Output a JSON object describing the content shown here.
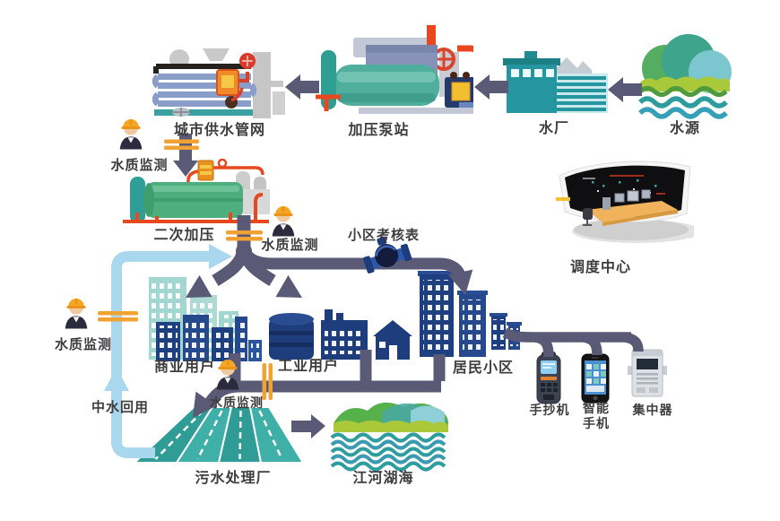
{
  "diagram": {
    "labels": {
      "water_source": "水源",
      "water_plant": "水厂",
      "pressure_station": "加压泵站",
      "city_network": "城市供水管网",
      "water_quality_monitor": "水质监测",
      "secondary_pressure": "二次加压",
      "dispatch_center": "调度中心",
      "community_meter": "小区考核表",
      "commercial_users": "商业用户",
      "industrial_users": "工业用户",
      "residential_area": "居民小区",
      "reclaimed_water_reuse": "中水回用",
      "sewage_plant": "污水处理厂",
      "rivers_lakes_seas": "江河湖海",
      "handheld_reader": "手抄机",
      "smartphone_line1": "智能",
      "smartphone_line2": "手机",
      "concentrator": "集中器"
    },
    "icons": [
      "water-source-mountains-icon",
      "water-plant-building-icon",
      "pressure-pump-station-icon",
      "city-pipe-network-icon",
      "secondary-pressure-pump-icon",
      "dispatch-control-room-icon",
      "community-water-meter-icon",
      "commercial-buildings-icon",
      "industrial-factory-icon",
      "residential-towers-icon",
      "sewage-treatment-pools-icon",
      "river-waves-icon",
      "handheld-reader-device-icon",
      "smartphone-device-icon",
      "concentrator-device-icon",
      "worker-helmet-icon",
      "valve-marker-icon"
    ],
    "colors": {
      "pipe_main": "#5a5a77",
      "pipe_reclaimed": "#a9d7ee",
      "valve_orange": "#f0a232",
      "building_navy": "#1e3f80",
      "building_teal_light": "#a2d6d0",
      "machine_teal": "#4fae9c",
      "machine_steel_blue": "#8792b8",
      "pipe_red": "#e8481e",
      "water_teal": "#2f9d9d",
      "label_text": "#3d3d3d"
    }
  }
}
